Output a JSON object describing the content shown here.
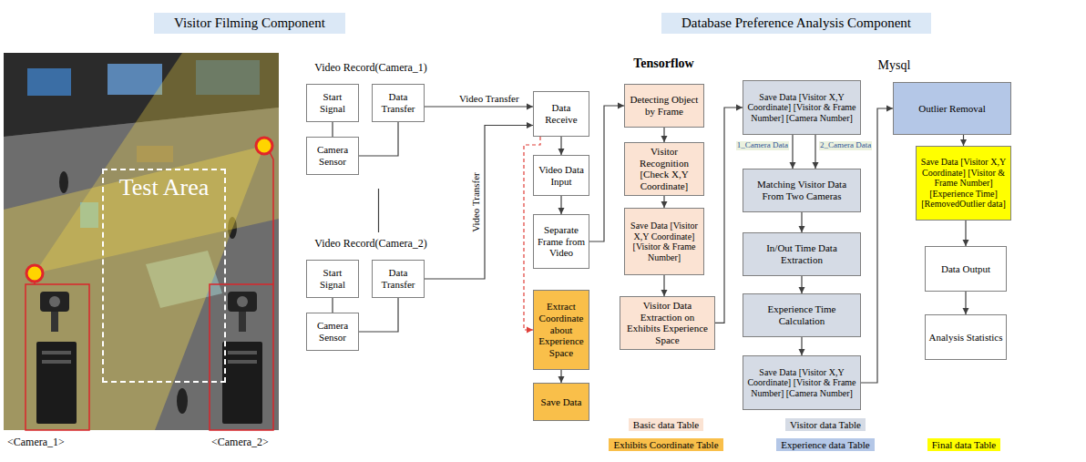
{
  "diagram": {
    "nodes": [
      {
        "text": [
          "Visitor Filming Component"
        ]
      },
      {
        "text": [
          "Test Area"
        ],
        "in": 0
      },
      {
        "text": [
          "Video Record(Camera_1)"
        ],
        "in": 0
      },
      {
        "text": [
          "Start Signal"
        ],
        "in": 2
      },
      {
        "text": [
          "Data Transfer"
        ],
        "in": 2
      },
      {
        "text": [
          "Camera Sensor"
        ],
        "in": 2
      },
      {
        "text": [
          "Video Record(Camera_2)"
        ],
        "in": 0
      },
      {
        "text": [
          "Start Signal"
        ],
        "in": 6
      },
      {
        "text": [
          "Data Transfer"
        ],
        "in": 6
      },
      {
        "text": [
          "Camera Sensor"
        ],
        "in": 6
      },
      {
        "text": [
          "Database Preference Analysis Component"
        ]
      },
      {
        "text": [
          "Data Receive"
        ],
        "in": 10
      },
      {
        "text": [
          "Video Data Input"
        ],
        "in": 10
      },
      {
        "text": [
          "Separate Frame from Video"
        ],
        "in": 10
      },
      {
        "text": [
          "Extract Coordinate about Experience Space"
        ],
        "in": 10
      },
      {
        "text": [
          "Save Data"
        ],
        "in": 10
      },
      {
        "text": [
          "Tensorflow"
        ],
        "in": 10
      },
      {
        "text": [
          "Detecting Object by Frame"
        ],
        "in": 16
      },
      {
        "text": [
          "Visitor Recognition [Check X,Y Coordinate]"
        ],
        "in": 16
      },
      {
        "text": [
          "Save Data [Visitor X,Y Coordinate] [Visitor & Frame Number]"
        ],
        "in": 16
      },
      {
        "text": [
          "Visitor Data Extraction on Exhibits Experience Space"
        ],
        "in": 10
      },
      {
        "text": [
          "Mysql"
        ],
        "in": 10
      },
      {
        "text": [
          "Save Data [Visitor X,Y Coordinate] [Visitor & Frame Number] [Camera Number]"
        ],
        "in": 21
      },
      {
        "text": [
          "Matching Visitor Data From Two Cameras"
        ],
        "in": 21
      },
      {
        "text": [
          "In/Out Time Data Extraction"
        ],
        "in": 21
      },
      {
        "text": [
          "Experience Time Calculation"
        ],
        "in": 21
      },
      {
        "text": [
          "Save Data [Visitor X,Y Coordinate] [Visitor & Frame Number] [Camera Number]"
        ],
        "in": 21
      },
      {
        "text": [
          "Outlier Removal"
        ],
        "in": 21
      },
      {
        "text": [
          "Save Data [Visitor X,Y Coordinate] [Visitor & Frame Number] [Experience Time] [RemovedOutlier data]"
        ],
        "in": 21
      },
      {
        "text": [
          "Data Output"
        ],
        "in": 10
      },
      {
        "text": [
          "Analysis Statistics"
        ],
        "in": 10
      }
    ],
    "edges": [
      {
        "from": 4,
        "to": 11,
        "label": "Video Transfer",
        "arrow": "to"
      },
      {
        "from": 8,
        "to": 11,
        "label": "Video Transfer",
        "arrow": "to"
      },
      {
        "from": 3,
        "to": 5,
        "arrow": "none"
      },
      {
        "from": 5,
        "to": 4,
        "arrow": "none"
      },
      {
        "from": 2,
        "to": 6,
        "arrow": "none"
      },
      {
        "from": 7,
        "to": 9,
        "arrow": "none"
      },
      {
        "from": 9,
        "to": 8,
        "arrow": "none"
      },
      {
        "from": 11,
        "to": 12,
        "arrow": "to"
      },
      {
        "from": 12,
        "to": 13,
        "arrow": "to"
      },
      {
        "from": 11,
        "to": 14,
        "arrow": "to"
      },
      {
        "from": 14,
        "to": 15,
        "arrow": "to"
      },
      {
        "from": 13,
        "to": 17,
        "arrow": "to"
      },
      {
        "from": 17,
        "to": 18,
        "arrow": "to"
      },
      {
        "from": 18,
        "to": 19,
        "arrow": "to"
      },
      {
        "from": 19,
        "to": 20,
        "arrow": "to"
      },
      {
        "from": 20,
        "to": 22,
        "arrow": "to"
      },
      {
        "from": 22,
        "to": 23,
        "label": "1_Camera Data",
        "arrow": "to"
      },
      {
        "from": 22,
        "to": 23,
        "label": "2_Camera Data",
        "arrow": "to"
      },
      {
        "from": 23,
        "to": 24,
        "arrow": "to"
      },
      {
        "from": 24,
        "to": 25,
        "arrow": "to"
      },
      {
        "from": 25,
        "to": 26,
        "arrow": "to"
      },
      {
        "from": 26,
        "to": 27,
        "arrow": "to"
      },
      {
        "from": 27,
        "to": 28,
        "arrow": "to"
      },
      {
        "from": 28,
        "to": 29,
        "arrow": "to"
      },
      {
        "from": 29,
        "to": 30,
        "arrow": "to"
      }
    ],
    "labels": [
      "<Camera_1>",
      "<Camera_2>"
    ],
    "legend": [
      {
        "text": "Basic data Table",
        "color": "#fbe3d3"
      },
      {
        "text": "Exhibits Coordinate Table",
        "color": "#f9bf4a"
      },
      {
        "text": "Visitor data Table",
        "color": "#d5dbe5"
      },
      {
        "text": "Experience data Table",
        "color": "#b4c7e7"
      },
      {
        "text": "Final data Table",
        "color": "#ffff00"
      }
    ]
  }
}
